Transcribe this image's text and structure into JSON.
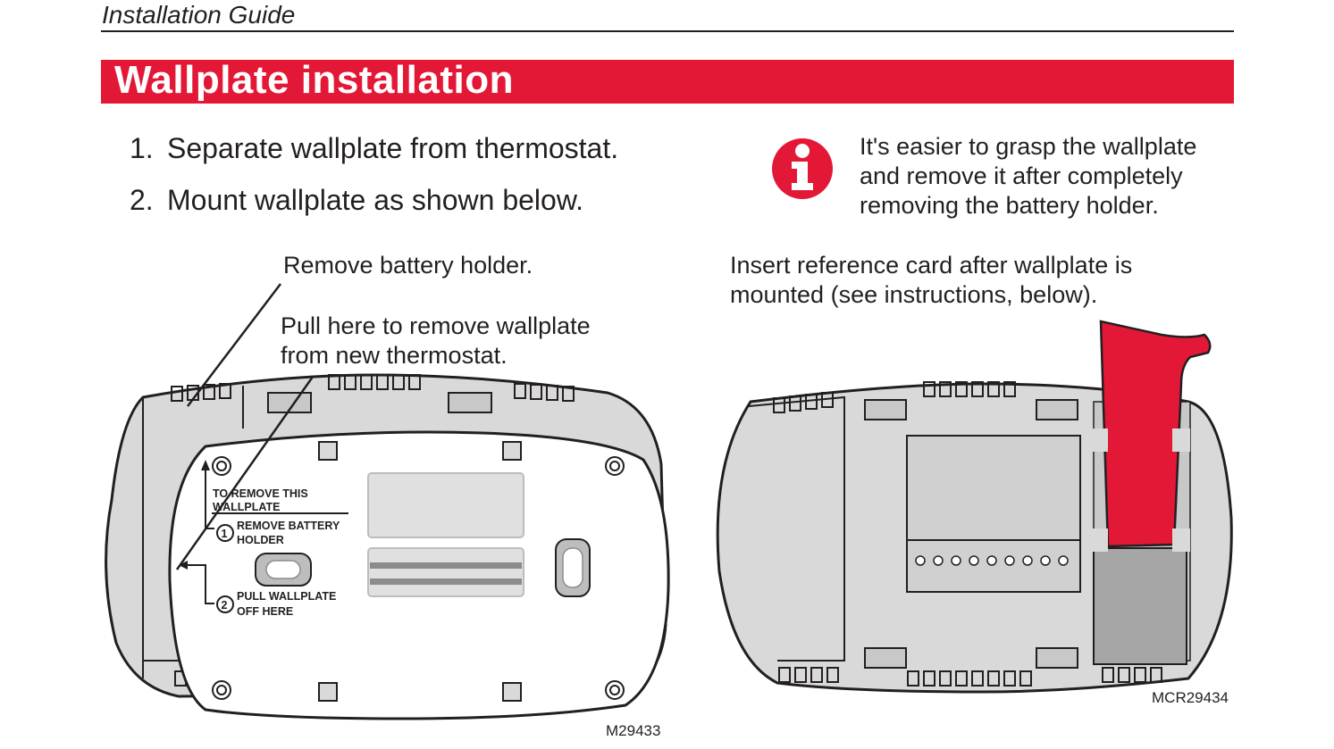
{
  "header": {
    "running_title": "Installation Guide"
  },
  "section": {
    "title": "Wallplate installation"
  },
  "steps": [
    {
      "number": "1.",
      "text": "Separate wallplate from thermostat."
    },
    {
      "number": "2.",
      "text": "Mount wallplate as shown below."
    }
  ],
  "note": {
    "icon": "info-icon",
    "text": "It's easier to grasp the wallplate and remove it after completely removing the battery holder."
  },
  "figure_left": {
    "callout_battery": "Remove battery holder.",
    "callout_pull": "Pull here to remove wallplate from new thermostat.",
    "label_remove_1": "TO REMOVE THIS",
    "label_remove_2": "WALLPLATE",
    "step_one_num": "1",
    "step_one_1": "REMOVE BATTERY",
    "step_one_2": "HOLDER",
    "step_two_num": "2",
    "step_two_1": "PULL WALLPLATE",
    "step_two_2": "OFF HERE",
    "code": "M29433"
  },
  "figure_right": {
    "callout_card": "Insert reference card after wallplate is mounted (see instructions, below).",
    "code": "MCR29434"
  },
  "colors": {
    "accent": "#e31837",
    "device_fill": "#d9d9d9",
    "card_fill": "#a6a6a6"
  }
}
